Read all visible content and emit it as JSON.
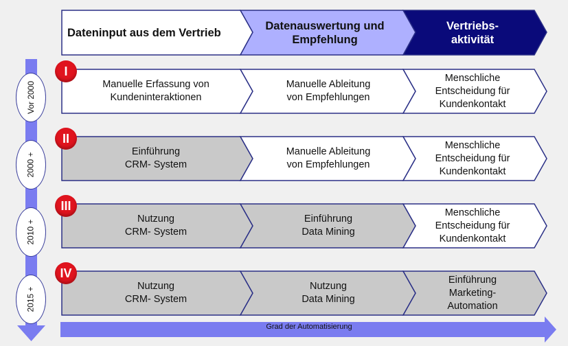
{
  "header": {
    "step1": "Dateninput aus dem Vertrieb",
    "step2": "Datenauswertung und\nEmpfehlung",
    "step3": "Vertriebs-\naktivität"
  },
  "eras": [
    {
      "label": "Vor 2000"
    },
    {
      "label": "2000 +"
    },
    {
      "label": "2010 +"
    },
    {
      "label": "2015 +"
    }
  ],
  "rows": [
    {
      "badge": "I",
      "cells": [
        "Manuelle Erfassung von\nKundeninteraktionen",
        "Manuelle Ableitung\nvon Empfehlungen",
        "Menschliche\nEntscheidung für\nKundenkontakt"
      ],
      "automated": [
        false,
        false,
        false
      ]
    },
    {
      "badge": "II",
      "cells": [
        "Einführung\nCRM- System",
        "Manuelle Ableitung\nvon Empfehlungen",
        "Menschliche\nEntscheidung für\nKundenkontakt"
      ],
      "automated": [
        true,
        false,
        false
      ]
    },
    {
      "badge": "III",
      "cells": [
        "Nutzung\nCRM- System",
        "Einführung\nData Mining",
        "Menschliche\nEntscheidung für\nKundenkontakt"
      ],
      "automated": [
        true,
        true,
        false
      ]
    },
    {
      "badge": "IV",
      "cells": [
        "Nutzung\nCRM- System",
        "Nutzung\nData Mining",
        "Einführung\nMarketing-\nAutomation"
      ],
      "automated": [
        true,
        true,
        true
      ]
    }
  ],
  "automation_axis_label": "Grad der Automatisierung",
  "colors": {
    "header1": "#ffffff",
    "header2": "#aeb0ff",
    "header3": "#0a0a7a",
    "manual": "#ffffff",
    "automated": "#c9c9c9",
    "outline": "#2a2f86",
    "arrow": "#7a7cf0",
    "badge": "#e0141e"
  }
}
